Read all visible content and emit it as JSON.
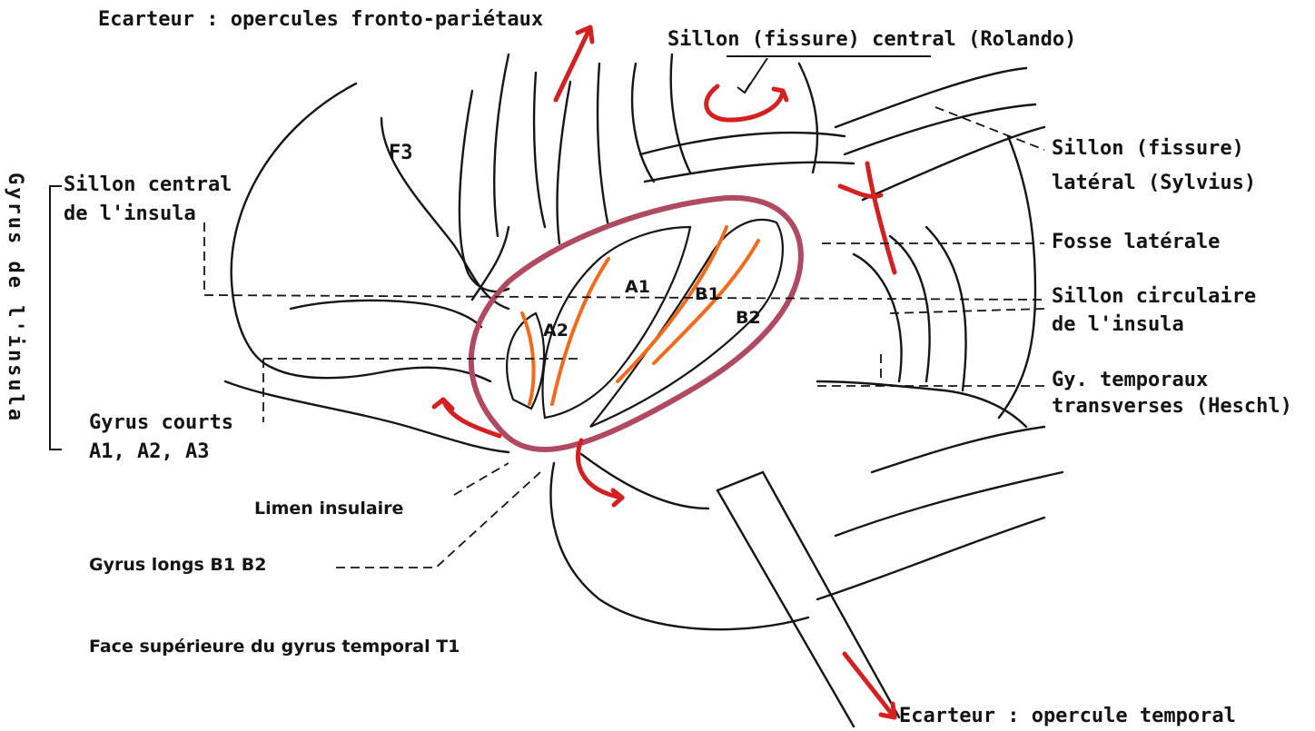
{
  "labels": {
    "ecarteur_top": "Ecarteur : opercules fronto-pariétaux",
    "sillon_central_rolando": "Sillon (fissure) central (Rolando)",
    "f3": "F3",
    "sillon_central_insula_1": "Sillon central",
    "sillon_central_insula_2": "de l'insula",
    "gyrus_de_insula": "Gyrus de l'insula",
    "sillon_lateral_1": "Sillon (fissure)",
    "sillon_lateral_2": "latéral (Sylvius)",
    "fosse_laterale": "Fosse latérale",
    "sillon_circulaire_1": "Sillon circulaire",
    "sillon_circulaire_2": "de l'insula",
    "gy_temporaux_1": "Gy. temporaux",
    "gy_temporaux_2": "transverses (Heschl)",
    "gyrus_courts_1": "Gyrus courts",
    "gyrus_courts_2": "A1, A2, A3",
    "limen": "Limen insulaire",
    "gyrus_longs": "Gyrus longs B1 B2",
    "face_superieure": "Face supérieure du gyrus temporal T1",
    "ecarteur_bottom": "Ecarteur : opercule temporal",
    "a1": "A1",
    "a2": "A2",
    "b1": "B1",
    "b2": "B2"
  },
  "colors": {
    "outline": "#151515",
    "insula_ring": "#b04a62",
    "gyrus_highlight": "#f26a1b",
    "arrow_red": "#d42020"
  }
}
